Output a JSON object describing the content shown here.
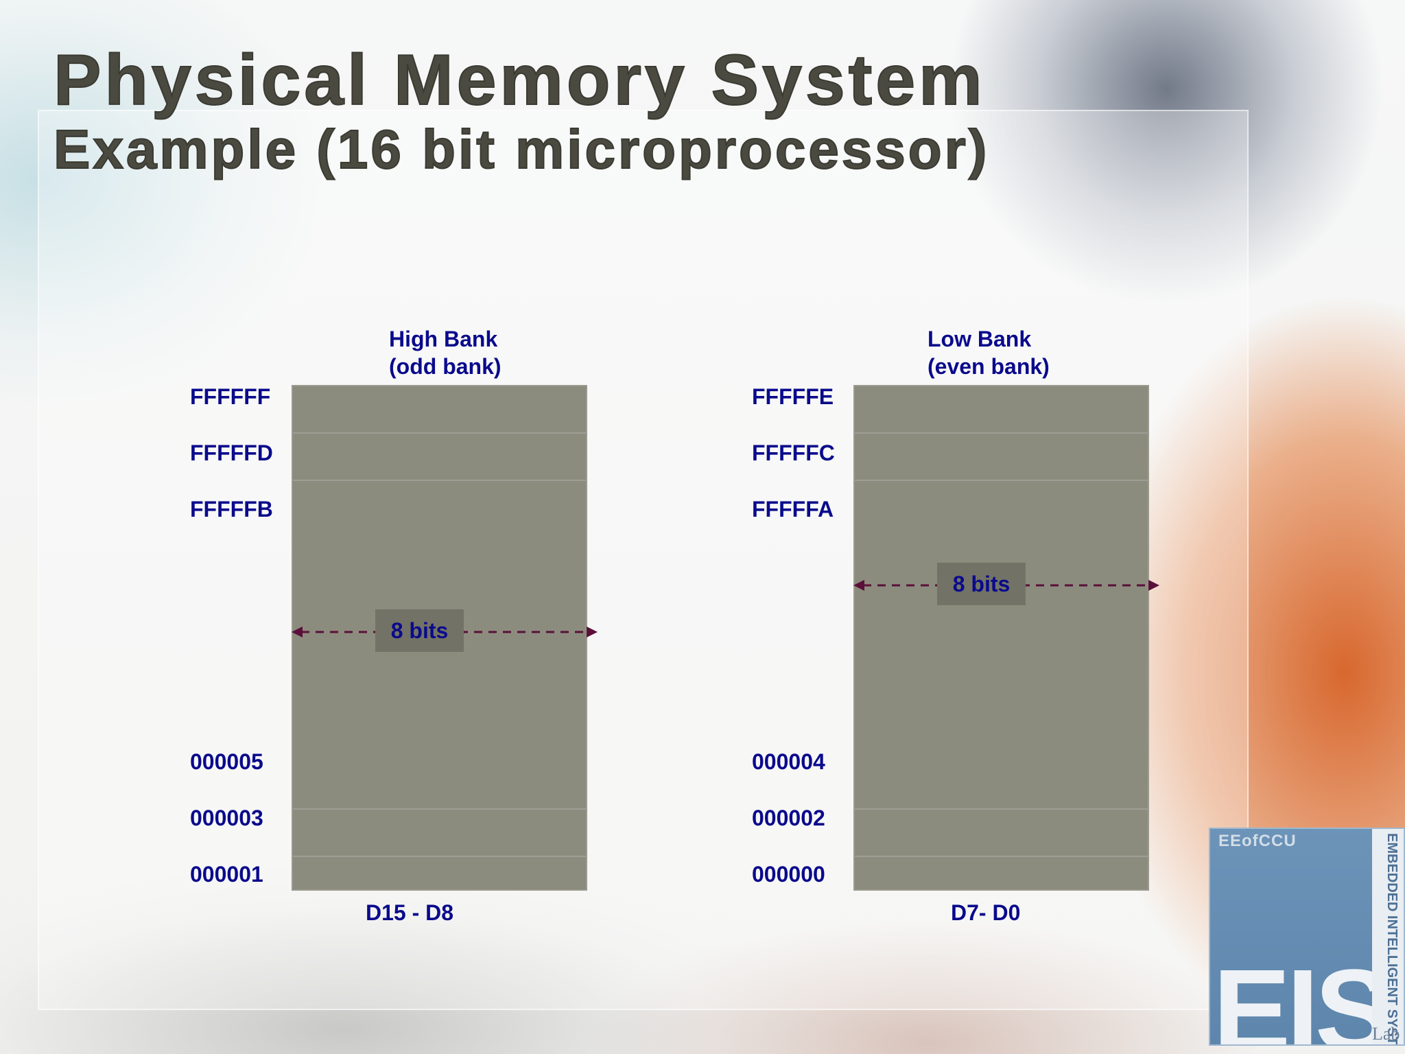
{
  "title": {
    "line1": "Physical Memory System",
    "line2": "Example (16 bit microprocessor)"
  },
  "high_bank": {
    "title_line1": "High Bank",
    "title_line2": "(odd bank)",
    "top_addresses": [
      "FFFFFF",
      "FFFFFD",
      "FFFFFB"
    ],
    "bottom_addresses": [
      "000005",
      "000003",
      "000001"
    ],
    "width_label": "8 bits",
    "data_lines": "D15 - D8"
  },
  "low_bank": {
    "title_line1": "Low  Bank",
    "title_line2": "(even bank)",
    "top_addresses": [
      "FFFFFE",
      "FFFFFC",
      "FFFFFA"
    ],
    "bottom_addresses": [
      "000004",
      "000002",
      "000000"
    ],
    "width_label": "8 bits",
    "data_lines": "D7- D0"
  },
  "logo": {
    "top_text": "EEofCCU",
    "side_text": "EMBEDDED INTELLIGENT SYSTEM",
    "big_text": "EIS",
    "lab_text": "Lab"
  },
  "colors": {
    "label": "#0a0a8c",
    "bank_fill": "#8c8c7e",
    "arrow": "#5a1038",
    "title": "#4a4a40"
  }
}
